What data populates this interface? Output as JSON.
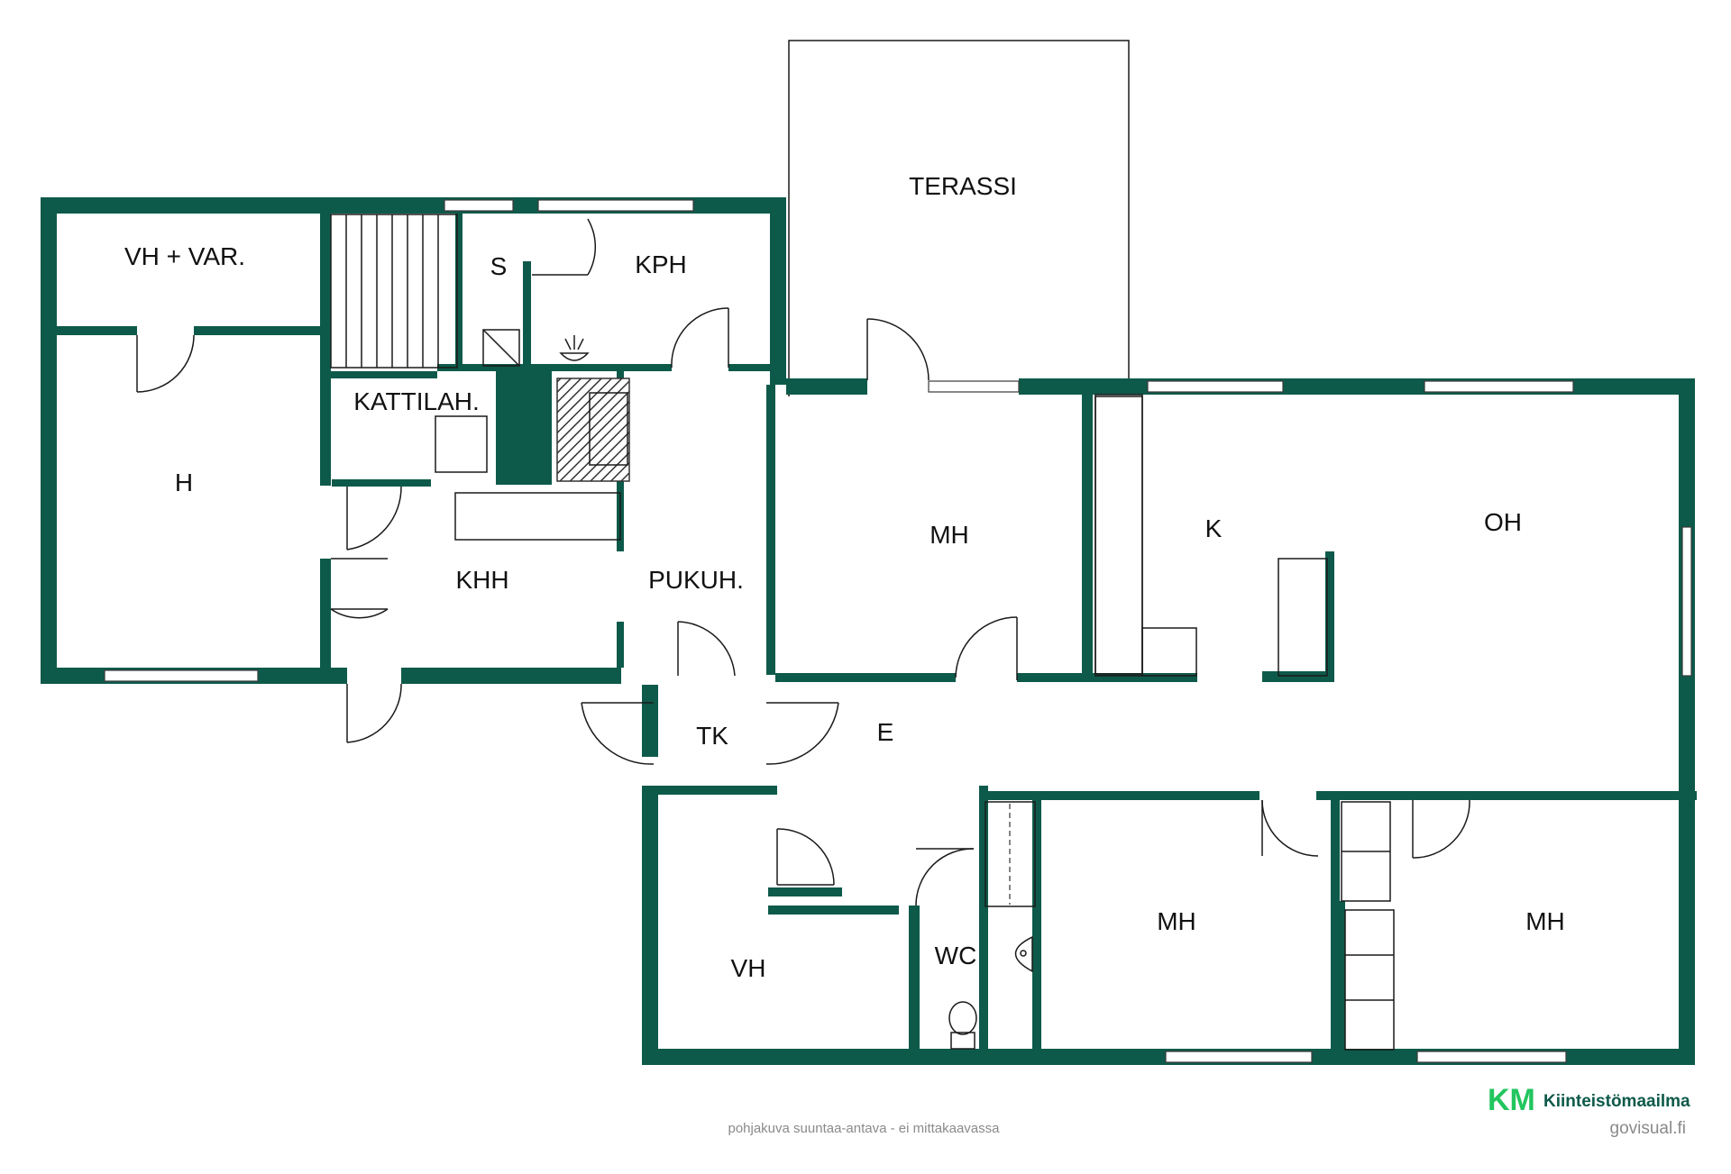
{
  "rooms": {
    "terassi": "TERASSI",
    "vh_var": "VH + VAR.",
    "s": "S",
    "kph": "KPH",
    "kattilah": "KATTILAH.",
    "h": "H",
    "khh": "KHH",
    "pukuh": "PUKUH.",
    "mh_1": "MH",
    "k": "K",
    "oh": "OH",
    "tk": "TK",
    "e": "E",
    "vh": "VH",
    "wc": "WC",
    "mh_2": "MH",
    "mh_3": "MH"
  },
  "branding": {
    "logo_mark": "KM",
    "name": "Kiinteistömaailma",
    "credit": "govisual.fi"
  },
  "footer": {
    "disclaimer": "pohjakuva suuntaa-antava - ei mittakaavassa"
  },
  "colors": {
    "wall": "#0e5a4a",
    "brand_green": "#0e5a4a",
    "brand_accent": "#22c55e"
  }
}
